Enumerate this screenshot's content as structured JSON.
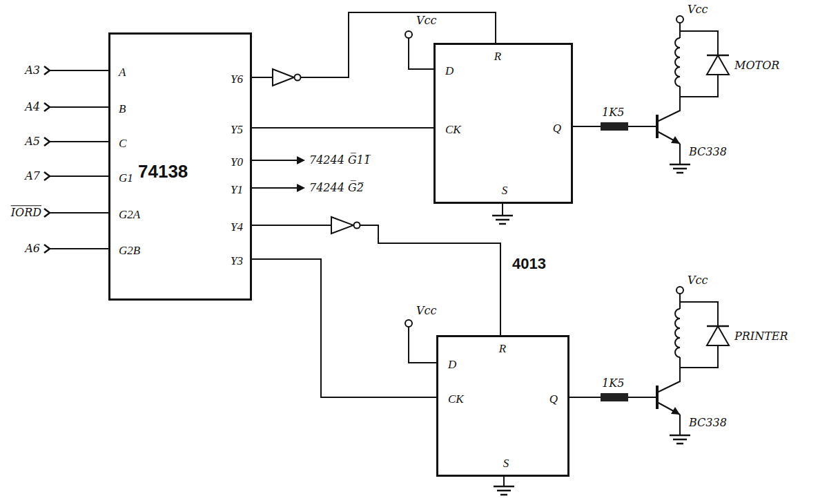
{
  "diagram": {
    "nodes": [
      {
        "text": [
          "A",
          "B",
          "C",
          "G1",
          "G2A",
          "G2B",
          "74138",
          "Y6",
          "Y5",
          "Y0",
          "Y1",
          "Y4",
          "Y3"
        ]
      },
      {
        "text": [
          "D",
          "R",
          "CK",
          "Q",
          "S"
        ]
      },
      {
        "text": [
          "D",
          "R",
          "CK",
          "Q",
          "S"
        ]
      }
    ],
    "edges": [
      {
        "from": 0,
        "to": 1,
        "arrow": "none"
      },
      {
        "from": 0,
        "to": 1,
        "arrow": "none"
      },
      {
        "from": 0,
        "to": 2,
        "arrow": "none"
      },
      {
        "from": 0,
        "to": 2,
        "arrow": "none"
      }
    ],
    "labels": [
      "A3",
      "A4",
      "A5",
      "A7",
      "IORD",
      "A6",
      "74244 G̅11̅",
      "74244 G̅2̅",
      "Vcc",
      "Vcc",
      "Vcc",
      "Vcc",
      "1K5",
      "1K5",
      "BC338",
      "BC338",
      "MOTOR",
      "PRINTER",
      "4013"
    ]
  }
}
